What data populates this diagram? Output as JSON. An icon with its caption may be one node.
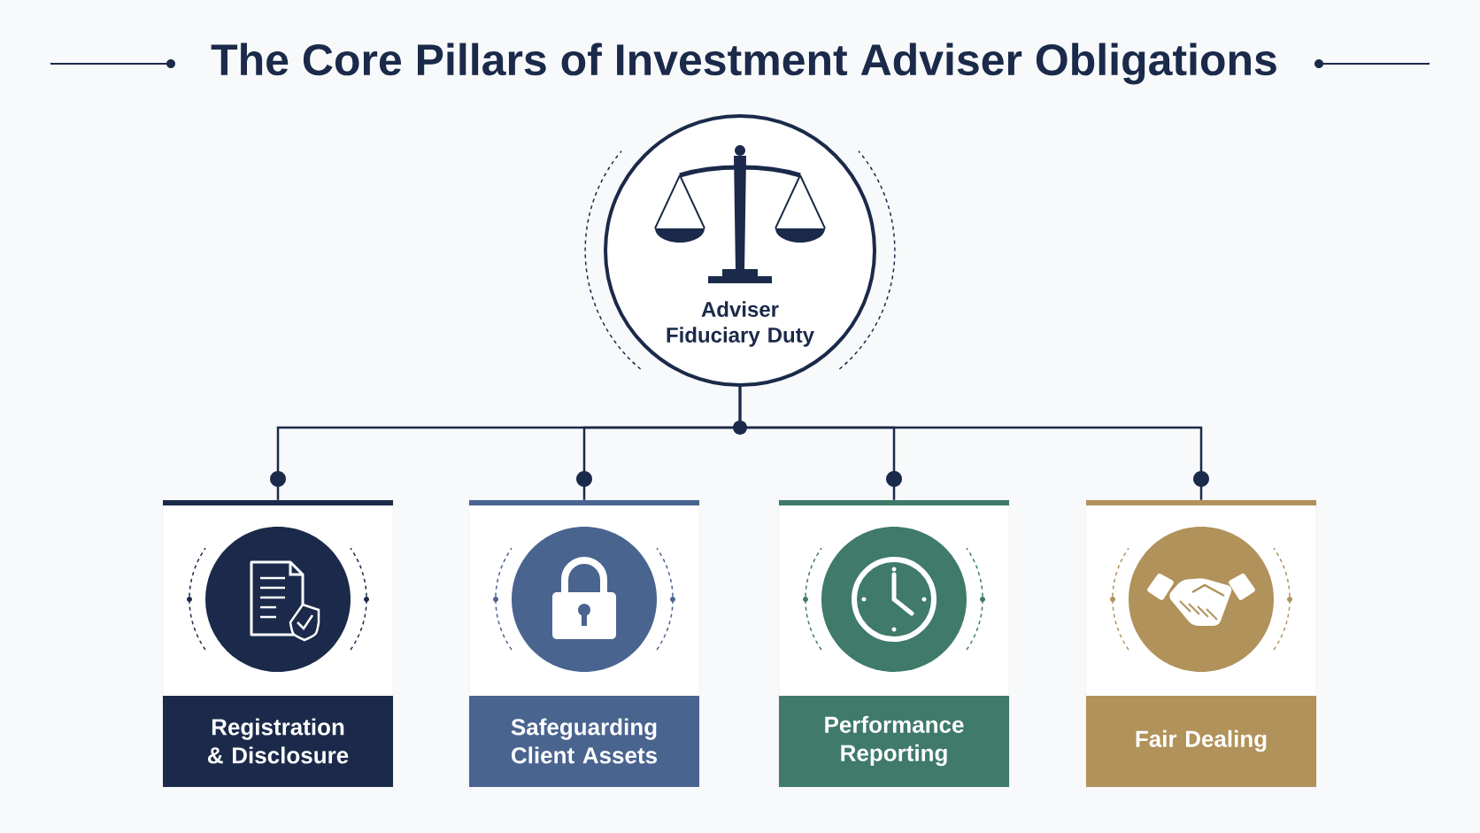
{
  "diagram": {
    "title": "The Core Pillars of Investment Adviser Obligations",
    "nodes": [
      {
        "text": [
          "Adviser Fiduciary Duty"
        ]
      },
      {
        "text": [
          "Registration & Disclosure"
        ]
      },
      {
        "text": [
          "Safeguarding Client Assets"
        ]
      },
      {
        "text": [
          "Performance Reporting"
        ]
      },
      {
        "text": [
          "Fair Dealing"
        ]
      }
    ],
    "edges": [
      {
        "from": 0,
        "to": 1,
        "arrow": "none"
      },
      {
        "from": 0,
        "to": 2,
        "arrow": "none"
      },
      {
        "from": 0,
        "to": 3,
        "arrow": "none"
      },
      {
        "from": 0,
        "to": 4,
        "arrow": "none"
      }
    ]
  }
}
